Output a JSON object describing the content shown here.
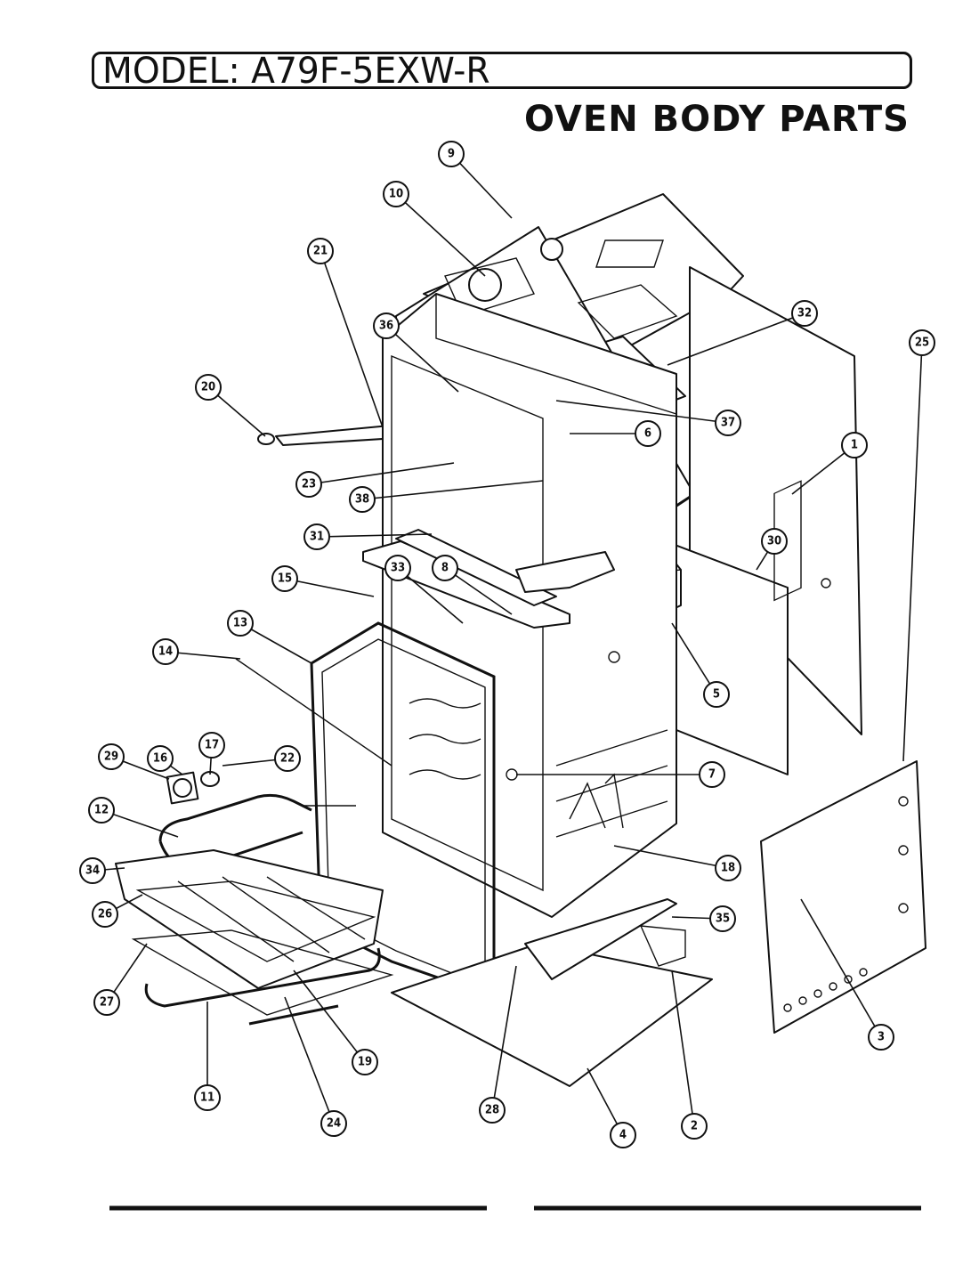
{
  "header": {
    "model_label": "MODEL: A79F-5EXW-R",
    "section_title": "OVEN BODY PARTS"
  },
  "callouts": [
    {
      "number": "1"
    },
    {
      "number": "2"
    },
    {
      "number": "3"
    },
    {
      "number": "4"
    },
    {
      "number": "5"
    },
    {
      "number": "6"
    },
    {
      "number": "7"
    },
    {
      "number": "8"
    },
    {
      "number": "9"
    },
    {
      "number": "10"
    },
    {
      "number": "11"
    },
    {
      "number": "12"
    },
    {
      "number": "13"
    },
    {
      "number": "14"
    },
    {
      "number": "15"
    },
    {
      "number": "16"
    },
    {
      "number": "17"
    },
    {
      "number": "18"
    },
    {
      "number": "19"
    },
    {
      "number": "20"
    },
    {
      "number": "21"
    },
    {
      "number": "22"
    },
    {
      "number": "23"
    },
    {
      "number": "24"
    },
    {
      "number": "25"
    },
    {
      "number": "26"
    },
    {
      "number": "27"
    },
    {
      "number": "28"
    },
    {
      "number": "29"
    },
    {
      "number": "30"
    },
    {
      "number": "31"
    },
    {
      "number": "32"
    },
    {
      "number": "33"
    },
    {
      "number": "34"
    },
    {
      "number": "35"
    },
    {
      "number": "36"
    },
    {
      "number": "37"
    },
    {
      "number": "38"
    }
  ]
}
